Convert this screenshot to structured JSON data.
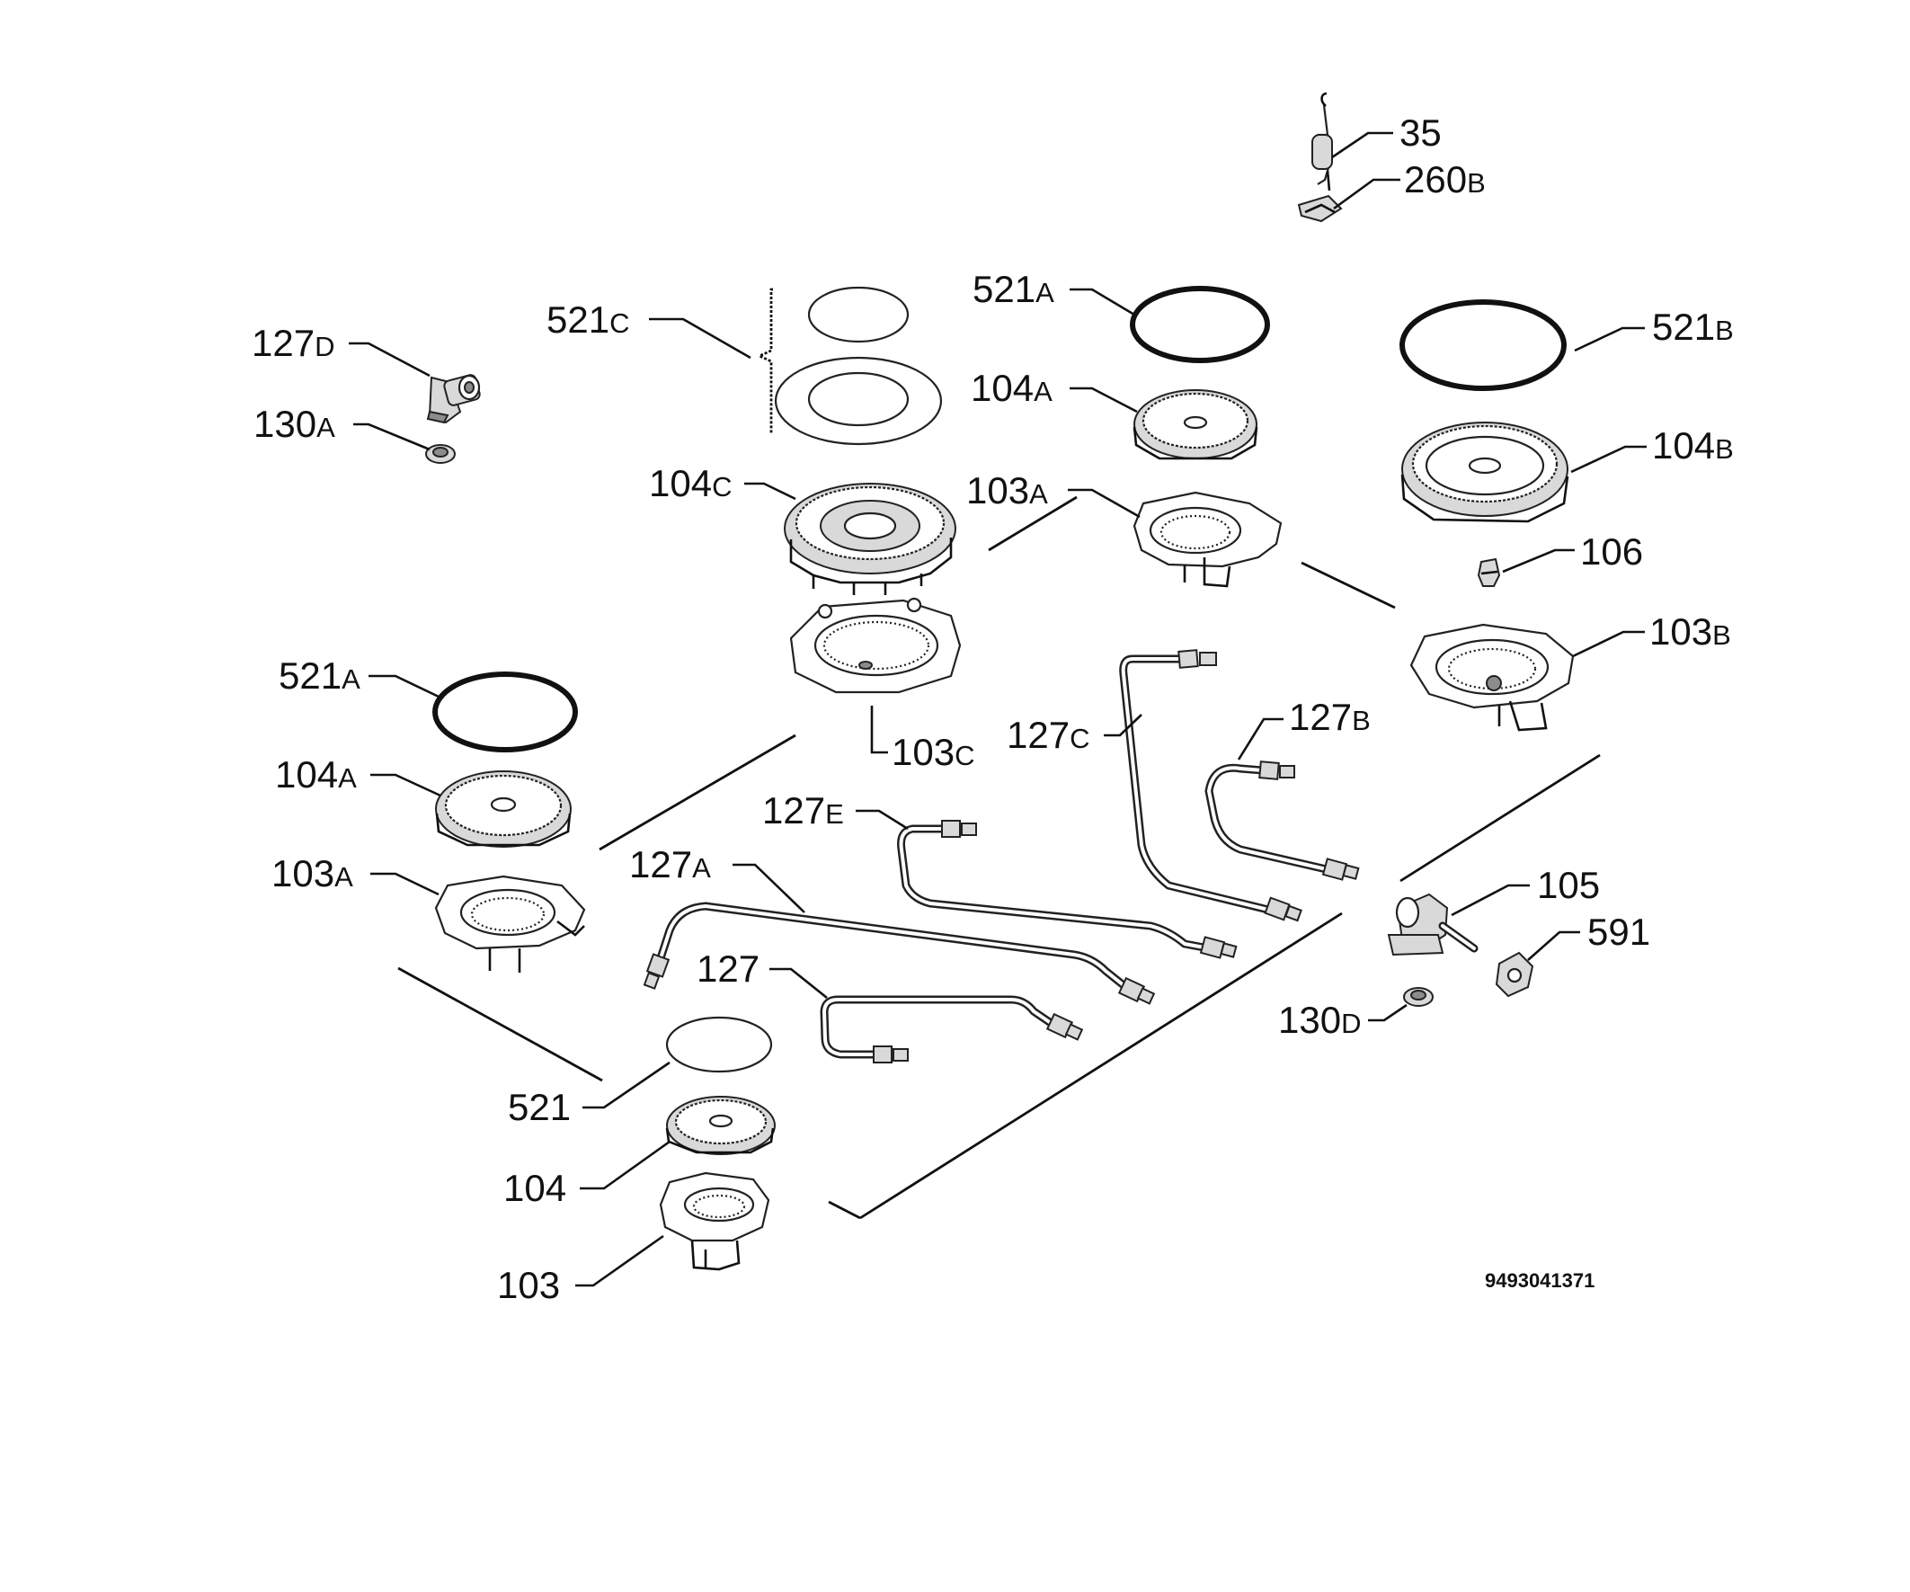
{
  "diagram": {
    "code": "9493041371",
    "labels": {
      "l35": {
        "num": "35",
        "suf": ""
      },
      "l260b": {
        "num": "260",
        "suf": "B"
      },
      "l127d": {
        "num": "127",
        "suf": "D"
      },
      "l130a": {
        "num": "130",
        "suf": "A"
      },
      "l521c": {
        "num": "521",
        "suf": "C"
      },
      "l521a_top": {
        "num": "521",
        "suf": "A"
      },
      "l104a_top": {
        "num": "104",
        "suf": "A"
      },
      "l103a_top": {
        "num": "103",
        "suf": "A"
      },
      "l521b": {
        "num": "521",
        "suf": "B"
      },
      "l104b": {
        "num": "104",
        "suf": "B"
      },
      "l106": {
        "num": "106",
        "suf": ""
      },
      "l103b": {
        "num": "103",
        "suf": "B"
      },
      "l104c": {
        "num": "104",
        "suf": "C"
      },
      "l103c": {
        "num": "103",
        "suf": "C"
      },
      "l127c": {
        "num": "127",
        "suf": "C"
      },
      "l127b": {
        "num": "127",
        "suf": "B"
      },
      "l127e": {
        "num": "127",
        "suf": "E"
      },
      "l127a": {
        "num": "127",
        "suf": "A"
      },
      "l127": {
        "num": "127",
        "suf": ""
      },
      "l521a_left": {
        "num": "521",
        "suf": "A"
      },
      "l104a_left": {
        "num": "104",
        "suf": "A"
      },
      "l103a_left": {
        "num": "103",
        "suf": "A"
      },
      "l521": {
        "num": "521",
        "suf": ""
      },
      "l104": {
        "num": "104",
        "suf": ""
      },
      "l103": {
        "num": "103",
        "suf": ""
      },
      "l105": {
        "num": "105",
        "suf": ""
      },
      "l591": {
        "num": "591",
        "suf": ""
      },
      "l130d": {
        "num": "130",
        "suf": "D"
      }
    }
  }
}
